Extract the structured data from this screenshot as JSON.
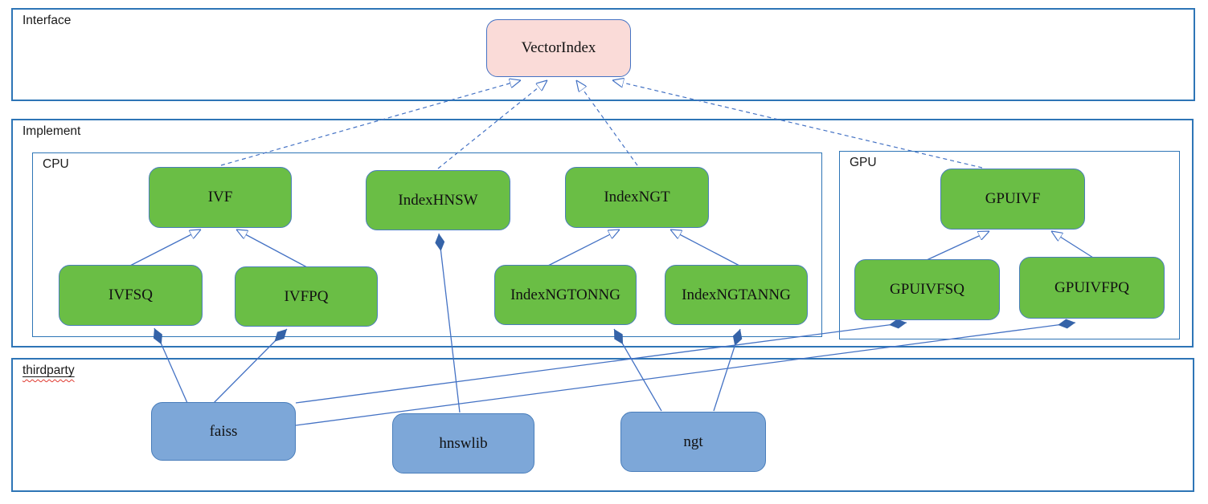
{
  "diagram": {
    "containers": {
      "interface": {
        "label": "Interface"
      },
      "implement": {
        "label": "Implement"
      },
      "cpu": {
        "label": "CPU"
      },
      "gpu": {
        "label": "GPU"
      },
      "thirdparty": {
        "label": "thirdparty"
      }
    },
    "nodes": {
      "vectorindex": {
        "label": "VectorIndex",
        "group": "interface"
      },
      "ivf": {
        "label": "IVF",
        "group": "cpu"
      },
      "indexhnsw": {
        "label": "IndexHNSW",
        "group": "cpu"
      },
      "indexngt": {
        "label": "IndexNGT",
        "group": "cpu"
      },
      "ivfsq": {
        "label": "IVFSQ",
        "group": "cpu"
      },
      "ivfpq": {
        "label": "IVFPQ",
        "group": "cpu"
      },
      "indexngtonng": {
        "label": "IndexNGTONNG",
        "group": "cpu"
      },
      "indexngtanng": {
        "label": "IndexNGTANNG",
        "group": "cpu"
      },
      "gpuivf": {
        "label": "GPUIVF",
        "group": "gpu"
      },
      "gpuivfsq": {
        "label": "GPUIVFSQ",
        "group": "gpu"
      },
      "gpuivfpq": {
        "label": "GPUIVFPQ",
        "group": "gpu"
      },
      "faiss": {
        "label": "faiss",
        "group": "thirdparty"
      },
      "hnswlib": {
        "label": "hnswlib",
        "group": "thirdparty"
      },
      "ngt": {
        "label": "ngt",
        "group": "thirdparty"
      }
    },
    "edges": [
      {
        "from": "IVF",
        "to": "VectorIndex",
        "type": "realization-dashed-open-arrow"
      },
      {
        "from": "IndexHNSW",
        "to": "VectorIndex",
        "type": "realization-dashed-open-arrow"
      },
      {
        "from": "IndexNGT",
        "to": "VectorIndex",
        "type": "realization-dashed-open-arrow"
      },
      {
        "from": "GPUIVF",
        "to": "VectorIndex",
        "type": "realization-dashed-open-arrow"
      },
      {
        "from": "IVFSQ",
        "to": "IVF",
        "type": "generalization-open-arrow"
      },
      {
        "from": "IVFPQ",
        "to": "IVF",
        "type": "generalization-open-arrow"
      },
      {
        "from": "IndexNGTONNG",
        "to": "IndexNGT",
        "type": "generalization-open-arrow"
      },
      {
        "from": "IndexNGTANNG",
        "to": "IndexNGT",
        "type": "generalization-open-arrow"
      },
      {
        "from": "GPUIVFSQ",
        "to": "GPUIVF",
        "type": "generalization-open-arrow"
      },
      {
        "from": "GPUIVFPQ",
        "to": "GPUIVF",
        "type": "generalization-open-arrow"
      },
      {
        "from": "faiss",
        "to": "IVFSQ",
        "type": "aggregation-diamond"
      },
      {
        "from": "faiss",
        "to": "IVFPQ",
        "type": "aggregation-diamond"
      },
      {
        "from": "faiss",
        "to": "GPUIVFSQ",
        "type": "aggregation-diamond"
      },
      {
        "from": "faiss",
        "to": "GPUIVFPQ",
        "type": "aggregation-diamond"
      },
      {
        "from": "hnswlib",
        "to": "IndexHNSW",
        "type": "aggregation-diamond"
      },
      {
        "from": "ngt",
        "to": "IndexNGTONNG",
        "type": "aggregation-diamond"
      },
      {
        "from": "ngt",
        "to": "IndexNGTANNG",
        "type": "aggregation-diamond"
      }
    ],
    "colors": {
      "container_border": "#2e75b6",
      "interface_node_fill": "#fadbd8",
      "implement_node_fill": "#6abe45",
      "thirdparty_node_fill": "#7da7d8",
      "connector": "#4472c4",
      "spellcheck_underline": "#e0392f"
    }
  }
}
